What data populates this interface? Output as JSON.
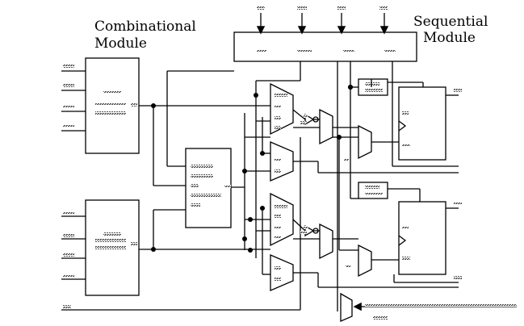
{
  "labels": {
    "combinational_line1": "Combinational",
    "combinational_line2": "Module",
    "sequential_line1": "Sequential",
    "sequential_line2": "Module"
  },
  "colors": {
    "stroke": "#000000",
    "background": "#ffffff",
    "pin_hatch": "#555555"
  }
}
